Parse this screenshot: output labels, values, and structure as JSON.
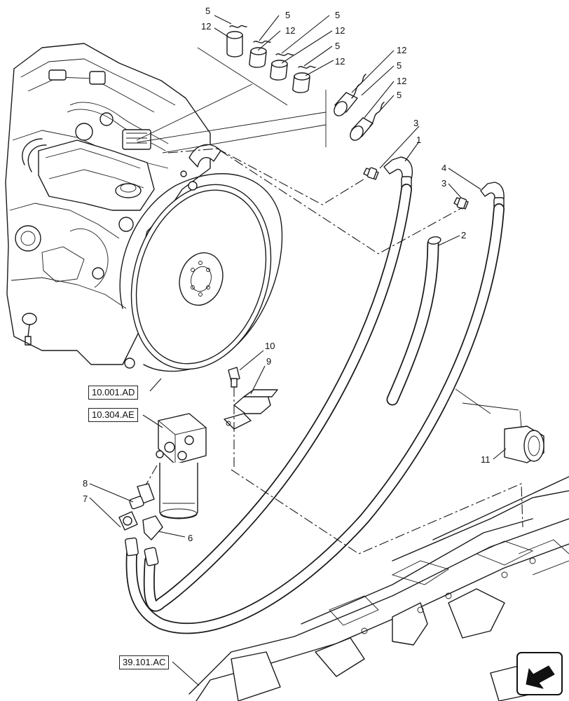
{
  "diagram": {
    "callouts": {
      "c1": "1",
      "c2": "2",
      "c3a": "3",
      "c3b": "3",
      "c4": "4",
      "c5a": "5",
      "c5b": "5",
      "c5c": "5",
      "c5d": "5",
      "c5e": "5",
      "c5f": "5",
      "c6": "6",
      "c7": "7",
      "c8": "8",
      "c9": "9",
      "c10": "10",
      "c11": "11",
      "c12a": "12",
      "c12b": "12",
      "c12c": "12",
      "c12d": "12",
      "c12e": "12",
      "c12f": "12"
    },
    "references": {
      "engine": "10.001.AD",
      "filter": "10.304.AE",
      "frame": "39.101.AC"
    },
    "icons": {
      "navigation": "arrow-icon"
    }
  }
}
